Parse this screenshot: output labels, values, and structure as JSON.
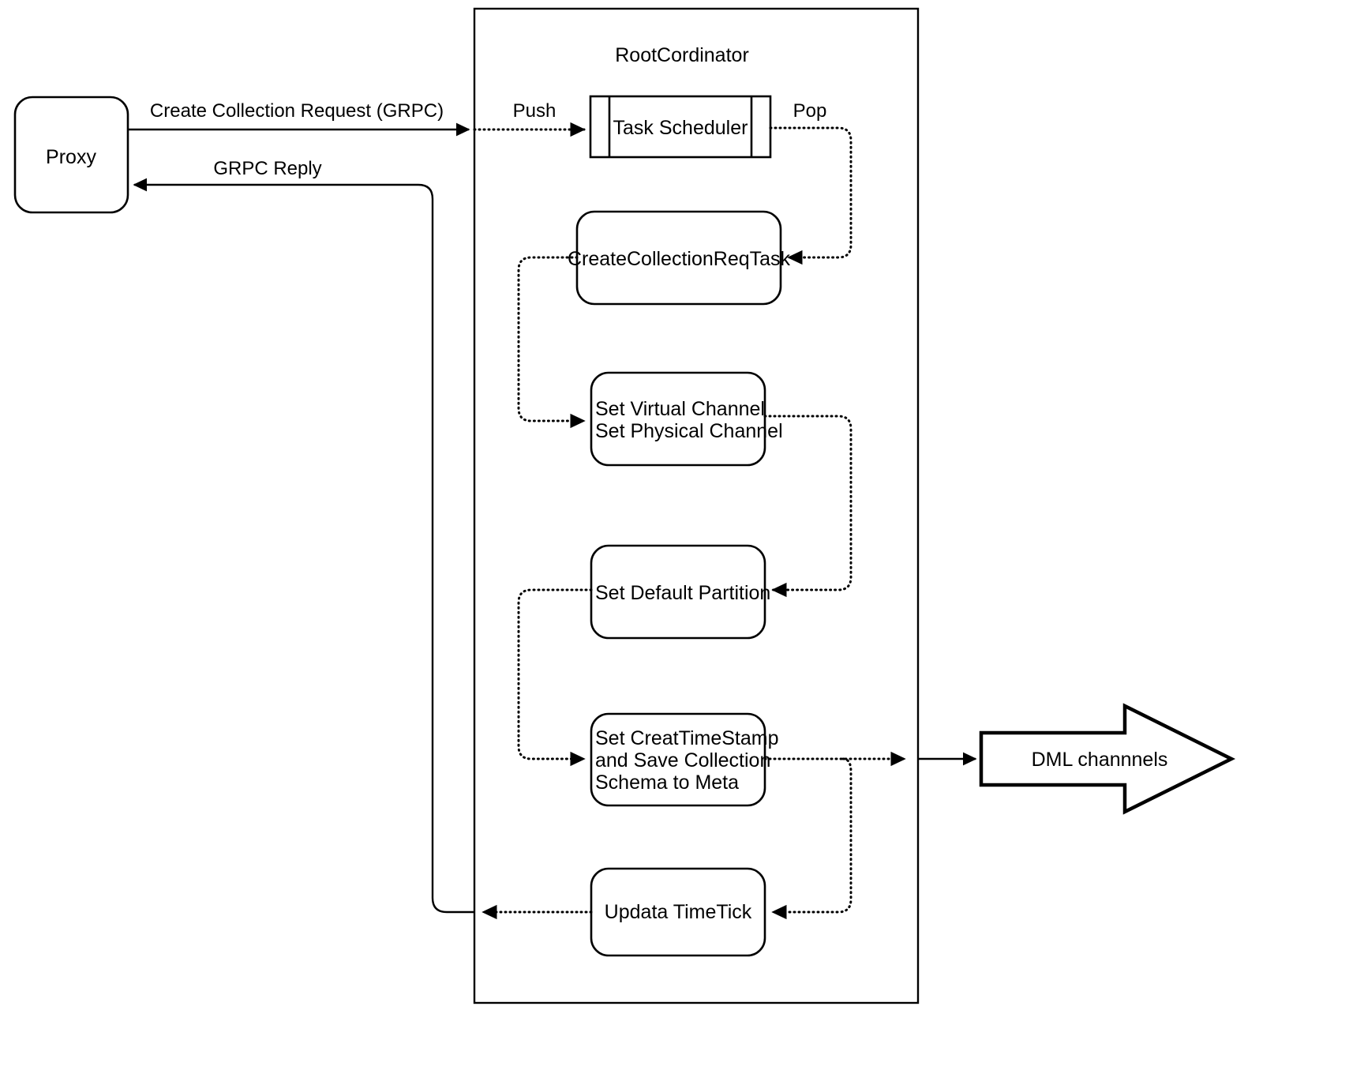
{
  "diagram": {
    "title_label": "RootCordinator",
    "external_nodes": {
      "proxy": "Proxy",
      "dml_channels": "DML channnels"
    },
    "container_nodes": {
      "task_scheduler": "Task Scheduler",
      "create_collection_req_task": "CreateCollectionReqTask",
      "set_channels_line1": "Set Virtual Channel",
      "set_channels_line2": "Set Physical Channel",
      "set_default_partition": "Set Default Partition",
      "set_timestamp_line1": "Set CreatTimeStamp",
      "set_timestamp_line2": "and Save Collection",
      "set_timestamp_line3": "Schema to Meta",
      "update_timetick": "Updata TimeTick"
    },
    "edge_labels": {
      "create_collection_request": "Create Collection Request (GRPC)",
      "grpc_reply": "GRPC Reply",
      "push": "Push",
      "pop": "Pop"
    },
    "colors": {
      "stroke": "#000000",
      "fill": "#ffffff"
    }
  }
}
